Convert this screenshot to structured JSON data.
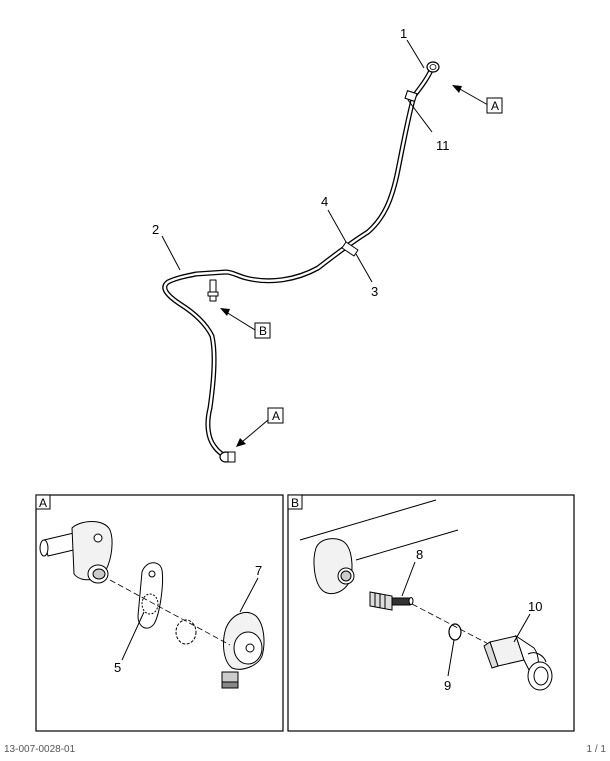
{
  "callouts": {
    "n1": "1",
    "n2": "2",
    "n3": "3",
    "n4": "4",
    "n5": "5",
    "n7": "7",
    "n8": "8",
    "n9": "9",
    "n10": "10",
    "n11": "11"
  },
  "view_refs": {
    "a_top": "A",
    "a_bottom": "A",
    "b": "B"
  },
  "detail_panels": {
    "a_label": "A",
    "b_label": "B"
  },
  "footer": {
    "left": "13-007-0028-01",
    "right": "1 / 1"
  },
  "colors": {
    "line": "#000000",
    "fill_light": "#f2f2f2",
    "fill_mid": "#cccccc"
  }
}
